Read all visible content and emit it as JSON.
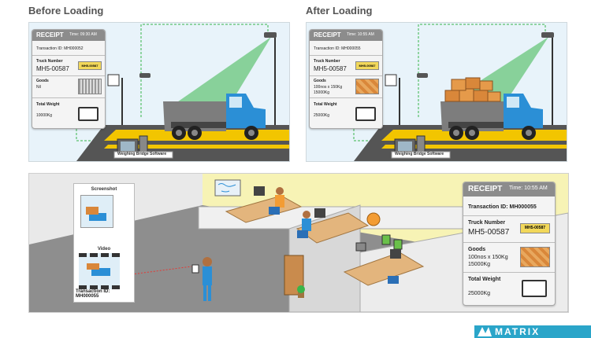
{
  "before": {
    "heading": "Before Loading",
    "receipt": {
      "title": "RECEIPT",
      "time": "Time: 09:30 AM",
      "transaction": "Transaction ID: MH000052",
      "truck_label": "Truck Number",
      "truck_number": "MH5-00587",
      "plate": "MH5-00587",
      "goods_label": "Goods",
      "goods_value": "Nil",
      "weight_label": "Total Weight",
      "weight_value": "10000Kg"
    },
    "software_label": "Weighing Bridge Software"
  },
  "after": {
    "heading": "After Loading",
    "receipt": {
      "title": "RECEIPT",
      "time": "Time: 10:55 AM",
      "transaction": "Transaction ID: MH000055",
      "truck_label": "Truck Number",
      "truck_number": "MH5-00587",
      "plate": "MH5-00587",
      "goods_label": "Goods",
      "goods_line1": "100nos x 150Kg",
      "goods_line2": "15000Kg",
      "weight_label": "Total Weight",
      "weight_value": "25000Kg"
    },
    "software_label": "Weighing Bridge Software"
  },
  "office": {
    "screenshot_label": "Screenshot",
    "video_label": "Video",
    "transaction": "Transaction ID: MH000055",
    "receipt": {
      "title": "RECEIPT",
      "time": "Time: 10:55 AM",
      "transaction": "Transaction ID: MH000055",
      "truck_label": "Truck Number",
      "truck_number": "MH5-00587",
      "plate": "MH5-00587",
      "goods_label": "Goods",
      "goods_line1": "100nos x 150Kg",
      "goods_line2": "15000Kg",
      "weight_label": "Total Weight",
      "weight_value": "25000Kg"
    }
  },
  "logo_text": "MATRIX",
  "colors": {
    "sky": "#e6f3fa",
    "truck_body": "#2b8fd6",
    "dump_bed": "#7d7d7d",
    "road_stripe": "#f2c500",
    "camera_beam": "#39b54a",
    "office_wall": "#f7f3b5",
    "brand": "#2aa5c9"
  }
}
